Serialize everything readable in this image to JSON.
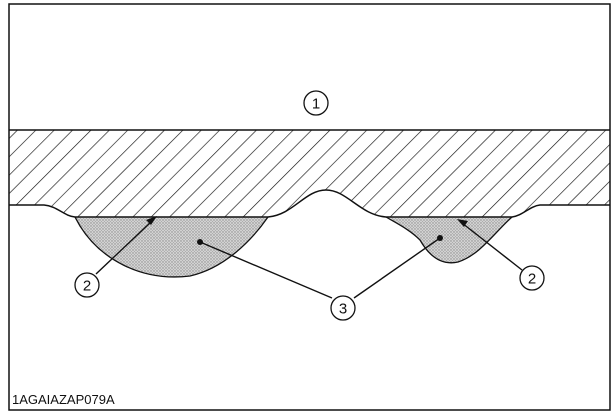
{
  "figure": {
    "code": "1AGAIAZAP079A",
    "callouts": [
      {
        "id": "callout-1",
        "label": "1"
      },
      {
        "id": "callout-2-left",
        "label": "2"
      },
      {
        "id": "callout-2-right",
        "label": "2"
      },
      {
        "id": "callout-3",
        "label": "3"
      }
    ]
  },
  "colors": {
    "line": "#111111",
    "fill": "#c8c8c8",
    "background": "#ffffff"
  }
}
